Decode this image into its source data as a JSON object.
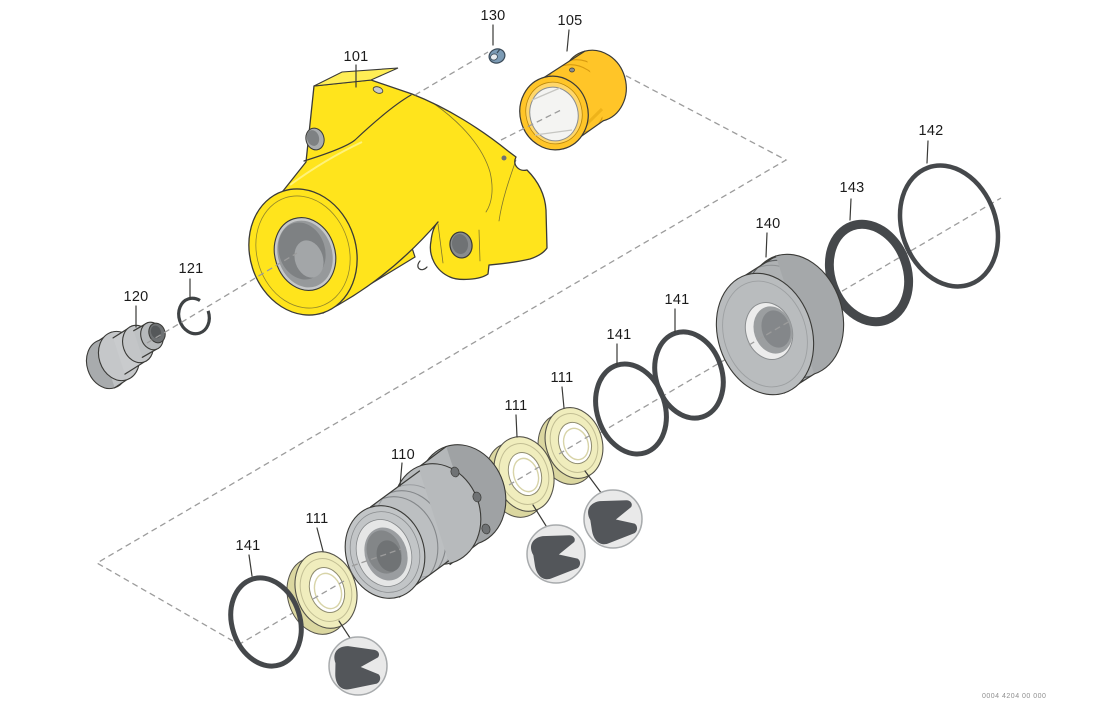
{
  "diagram": {
    "background": "#ffffff",
    "callouts": {
      "c101": {
        "text": "101"
      },
      "c105": {
        "text": "105"
      },
      "c110": {
        "text": "110"
      },
      "c111a": {
        "text": "111"
      },
      "c111b": {
        "text": "111"
      },
      "c111c": {
        "text": "111"
      },
      "c120": {
        "text": "120"
      },
      "c121": {
        "text": "121"
      },
      "c130": {
        "text": "130"
      },
      "c140": {
        "text": "140"
      },
      "c141a": {
        "text": "141"
      },
      "c141b": {
        "text": "141"
      },
      "c141c": {
        "text": "141"
      },
      "c142": {
        "text": "142"
      },
      "c143": {
        "text": "143"
      }
    },
    "drawing_number": "0004 4204 00 000",
    "colors": {
      "bg": "#ffffff",
      "housing_yellow": "#ffe41c",
      "gland_orange": "#ffc528",
      "metal_gray": "#b7babc",
      "seal_cream": "#f0edbd",
      "seal_cream_shade": "#dbd7a0",
      "oring_dark": "#45484b",
      "clip_blue": "#7c9bb5",
      "dash_gray": "#9c9c9c",
      "line_dark": "#3a3a37",
      "detail_circle_fill": "#e9e9e9",
      "seal_profile_dark": "#53565a"
    }
  }
}
